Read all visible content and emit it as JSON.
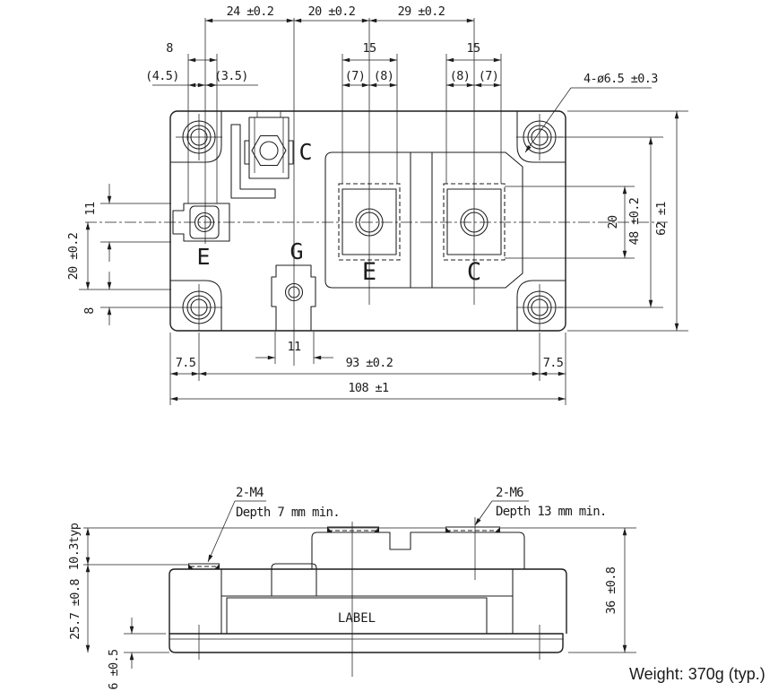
{
  "top_view": {
    "dims": {
      "pitch_24": "24 ±0.2",
      "pitch_20": "20 ±0.2",
      "pitch_29": "29 ±0.2",
      "tab_8": "8",
      "tab_4_5": "(4.5)",
      "tab_3_5": "(3.5)",
      "e_width_15": "15",
      "e_split_7": "(7)",
      "e_split_8": "(8)",
      "c_width_15": "15",
      "c_split_8": "(8)",
      "c_split_7": "(7)",
      "mounting_holes": "4-ø6.5 ±0.3",
      "terminal_20": "20",
      "hole_pitch_48": "48 ±0.2",
      "height_62": "62 ±1",
      "left_11": "11",
      "left_20": "20 ±0.2",
      "left_8": "8",
      "bottom_7_5_left": "7.5",
      "gate_11": "11",
      "hole_pitch_93": "93 ±0.2",
      "bottom_7_5_right": "7.5",
      "width_108": "108 ±1"
    },
    "terminal_labels": {
      "aux_collector": "C",
      "aux_emitter": "E",
      "gate": "G",
      "emitter": "E",
      "collector": "C"
    }
  },
  "side_view": {
    "callout_m4_title": "2-M4",
    "callout_m4_depth": "Depth 7 mm min.",
    "callout_m6_title": "2-M6",
    "callout_m6_depth": "Depth 13 mm min.",
    "dims": {
      "step_10_3": "10.3typ",
      "case_25_7": "25.7 ±0.8",
      "baseplate_6": "6 ±0.5",
      "height_36": "36 ±0.8"
    },
    "case_label": "LABEL"
  },
  "footer": {
    "weight_note": "Weight: 370g (typ.)"
  }
}
